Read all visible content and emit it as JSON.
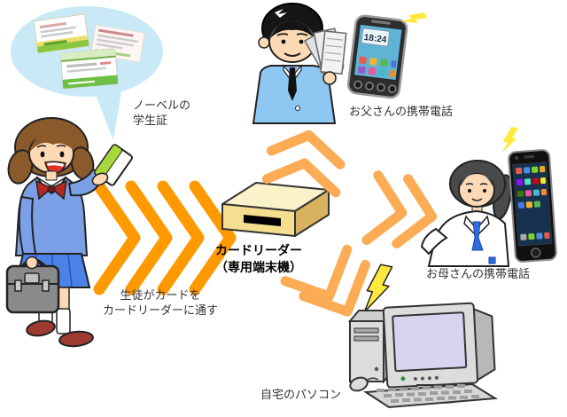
{
  "bubble": {
    "line1": "ノーベルの",
    "line2": "学生証"
  },
  "student_action": {
    "line1": "生徒がカードを",
    "line2": "カードリーダーに通す"
  },
  "card_reader": {
    "line1": "カードリーダー",
    "line2": "（専用端末機）"
  },
  "father": {
    "label": "お父さんの携帯電話",
    "phone_clock": "18:24"
  },
  "mother": {
    "label": "お母さんの携帯電話"
  },
  "pc": {
    "label": "自宅のパソコン"
  },
  "icons": {
    "lightning": "zigzag-bolt",
    "arrow_student_to_reader": "quadruple-chevron-right",
    "arrow_reader_to_father": "double-chevron-up",
    "arrow_reader_to_mother": "double-chevron-right",
    "arrow_reader_to_pc": "double-chevron-down"
  },
  "colors": {
    "arrow_primary": "#FF9900",
    "arrow_secondary": "#FBAC55",
    "bubble_fill": "#C9E9F6",
    "lightning_yellow": "#FFE93C",
    "reader_top": "#FAF2C8",
    "reader_front": "#F5DE8E",
    "reader_side": "#D8B25E"
  }
}
